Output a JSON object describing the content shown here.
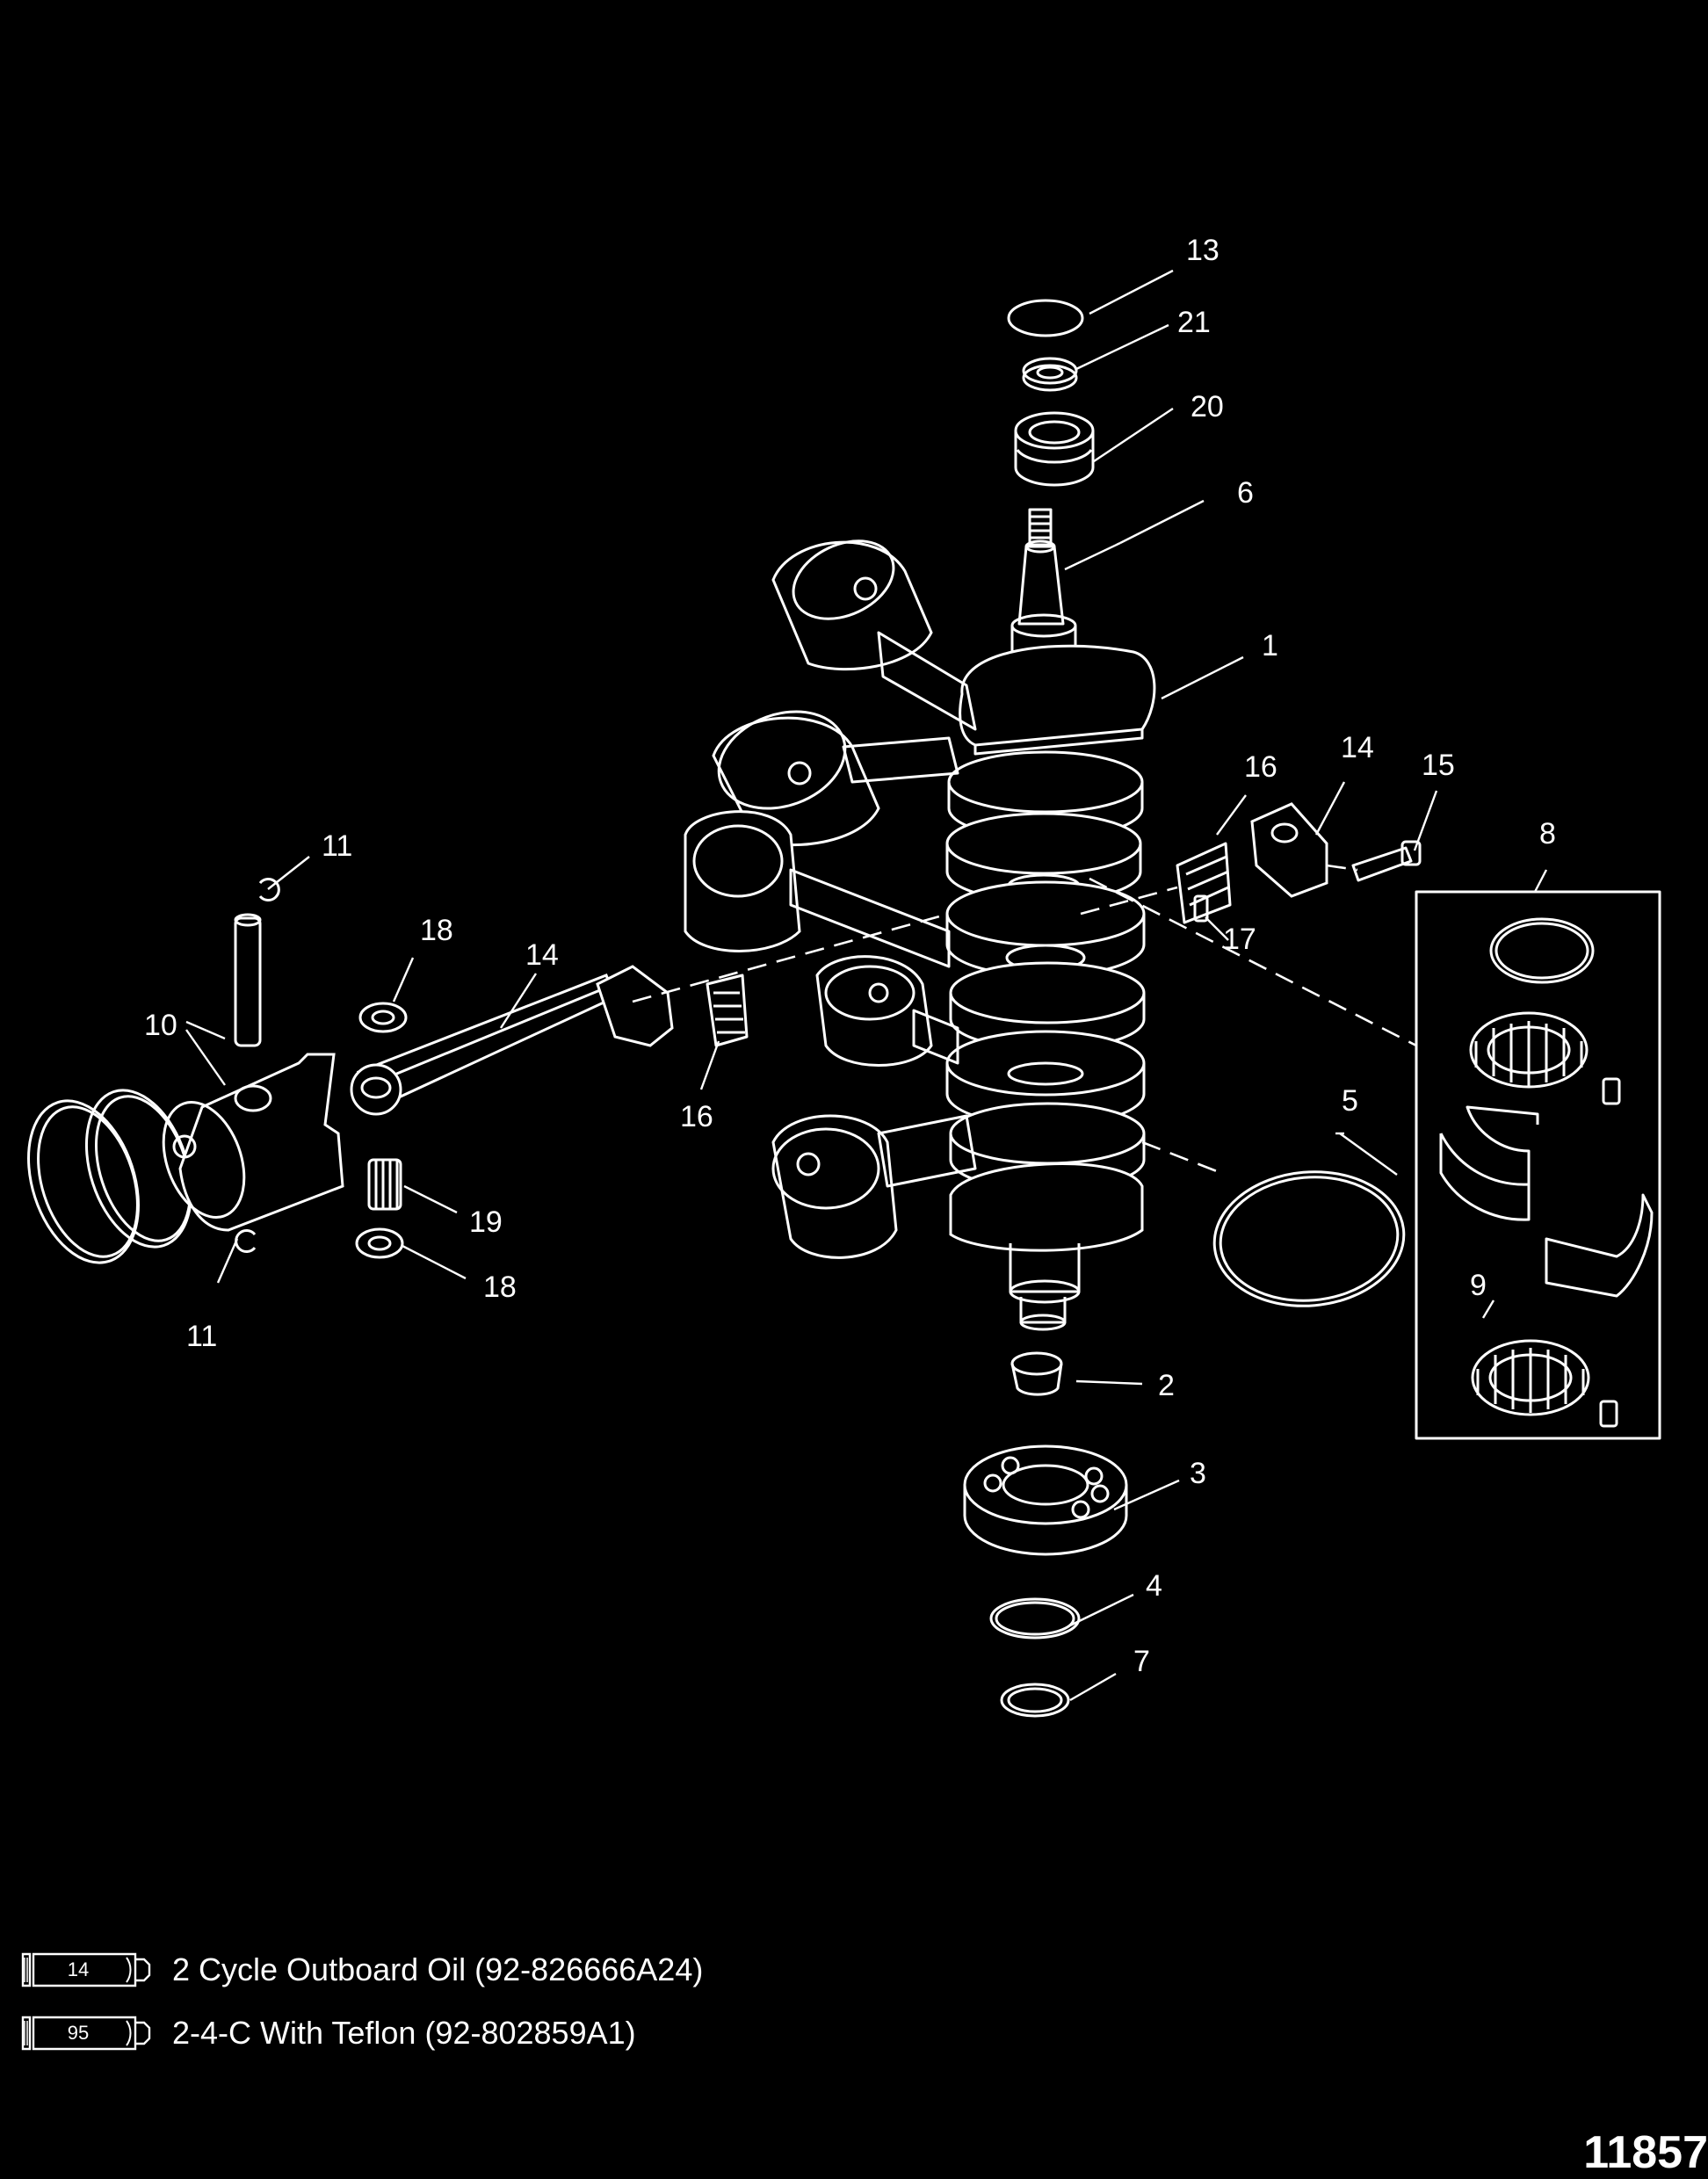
{
  "callouts": [
    "1",
    "2",
    "3",
    "4",
    "5",
    "6",
    "7",
    "8",
    "9",
    "10",
    "11",
    "11",
    "13",
    "14",
    "14",
    "15",
    "16",
    "16",
    "17",
    "18",
    "18",
    "19",
    "20",
    "21"
  ],
  "legend": [
    {
      "code": "14",
      "text": "2 Cycle Outboard Oil (92-826666A24)"
    },
    {
      "code": "95",
      "text": "2-4-C With Teflon (92-802859A1)"
    }
  ],
  "figure_number": "11857"
}
